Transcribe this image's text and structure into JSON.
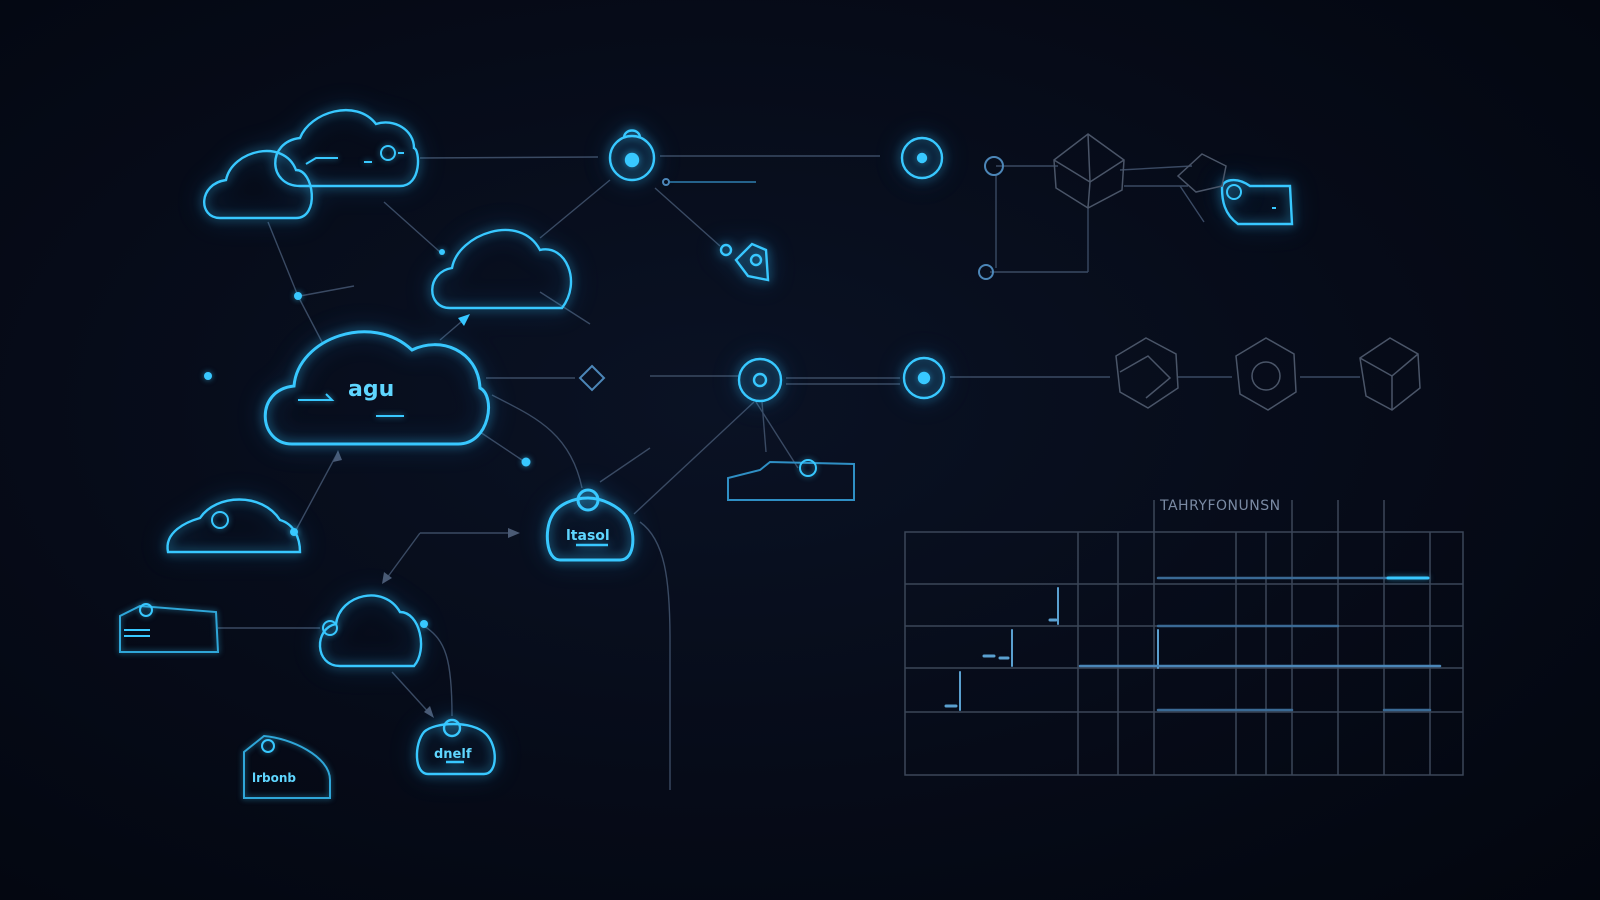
{
  "colors": {
    "background": "#050a17",
    "accent": "#38c8ff",
    "line": "#3a4a63",
    "grid": "#3b4658"
  },
  "nodes": {
    "main_cloud_label": "agu",
    "hub_label": "ltasol",
    "bottom_node_label": "dnelf",
    "small_left_label": "lrbonb"
  },
  "panel": {
    "title": "TAHRYFONUNSN"
  }
}
